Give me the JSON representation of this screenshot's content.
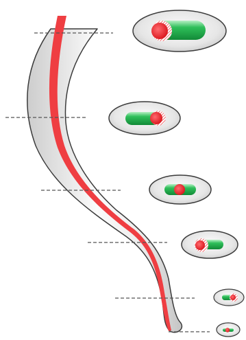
{
  "figure": {
    "elements": [
      "tapered-body-outline",
      "red-band-through-body",
      "six-cross-section-levels",
      "dashed-section-lines",
      "cross-section-ovals"
    ]
  },
  "colors": {
    "body_fill_light": "#fbfbfb",
    "body_fill_dark": "#cfcfcf",
    "outline": "#3a3a3a",
    "red_band": "#ef3e42",
    "section_green": "#1faa4a",
    "section_green_light": "#8ee0a4",
    "section_red": "#e8232a",
    "section_red_hatch": "#f59a9c",
    "dash_line": "#555555"
  },
  "sections": [
    {
      "id": "level-1",
      "green_fraction": 0.62,
      "red_position": "left"
    },
    {
      "id": "level-2",
      "green_fraction": 0.55,
      "red_position": "right"
    },
    {
      "id": "level-3",
      "green_fraction": 0.55,
      "red_position": "center"
    },
    {
      "id": "level-4",
      "green_fraction": 0.58,
      "red_position": "left"
    },
    {
      "id": "level-5",
      "green_fraction": 0.55,
      "red_position": "right"
    },
    {
      "id": "level-6",
      "green_fraction": 0.5,
      "red_position": "center"
    }
  ]
}
